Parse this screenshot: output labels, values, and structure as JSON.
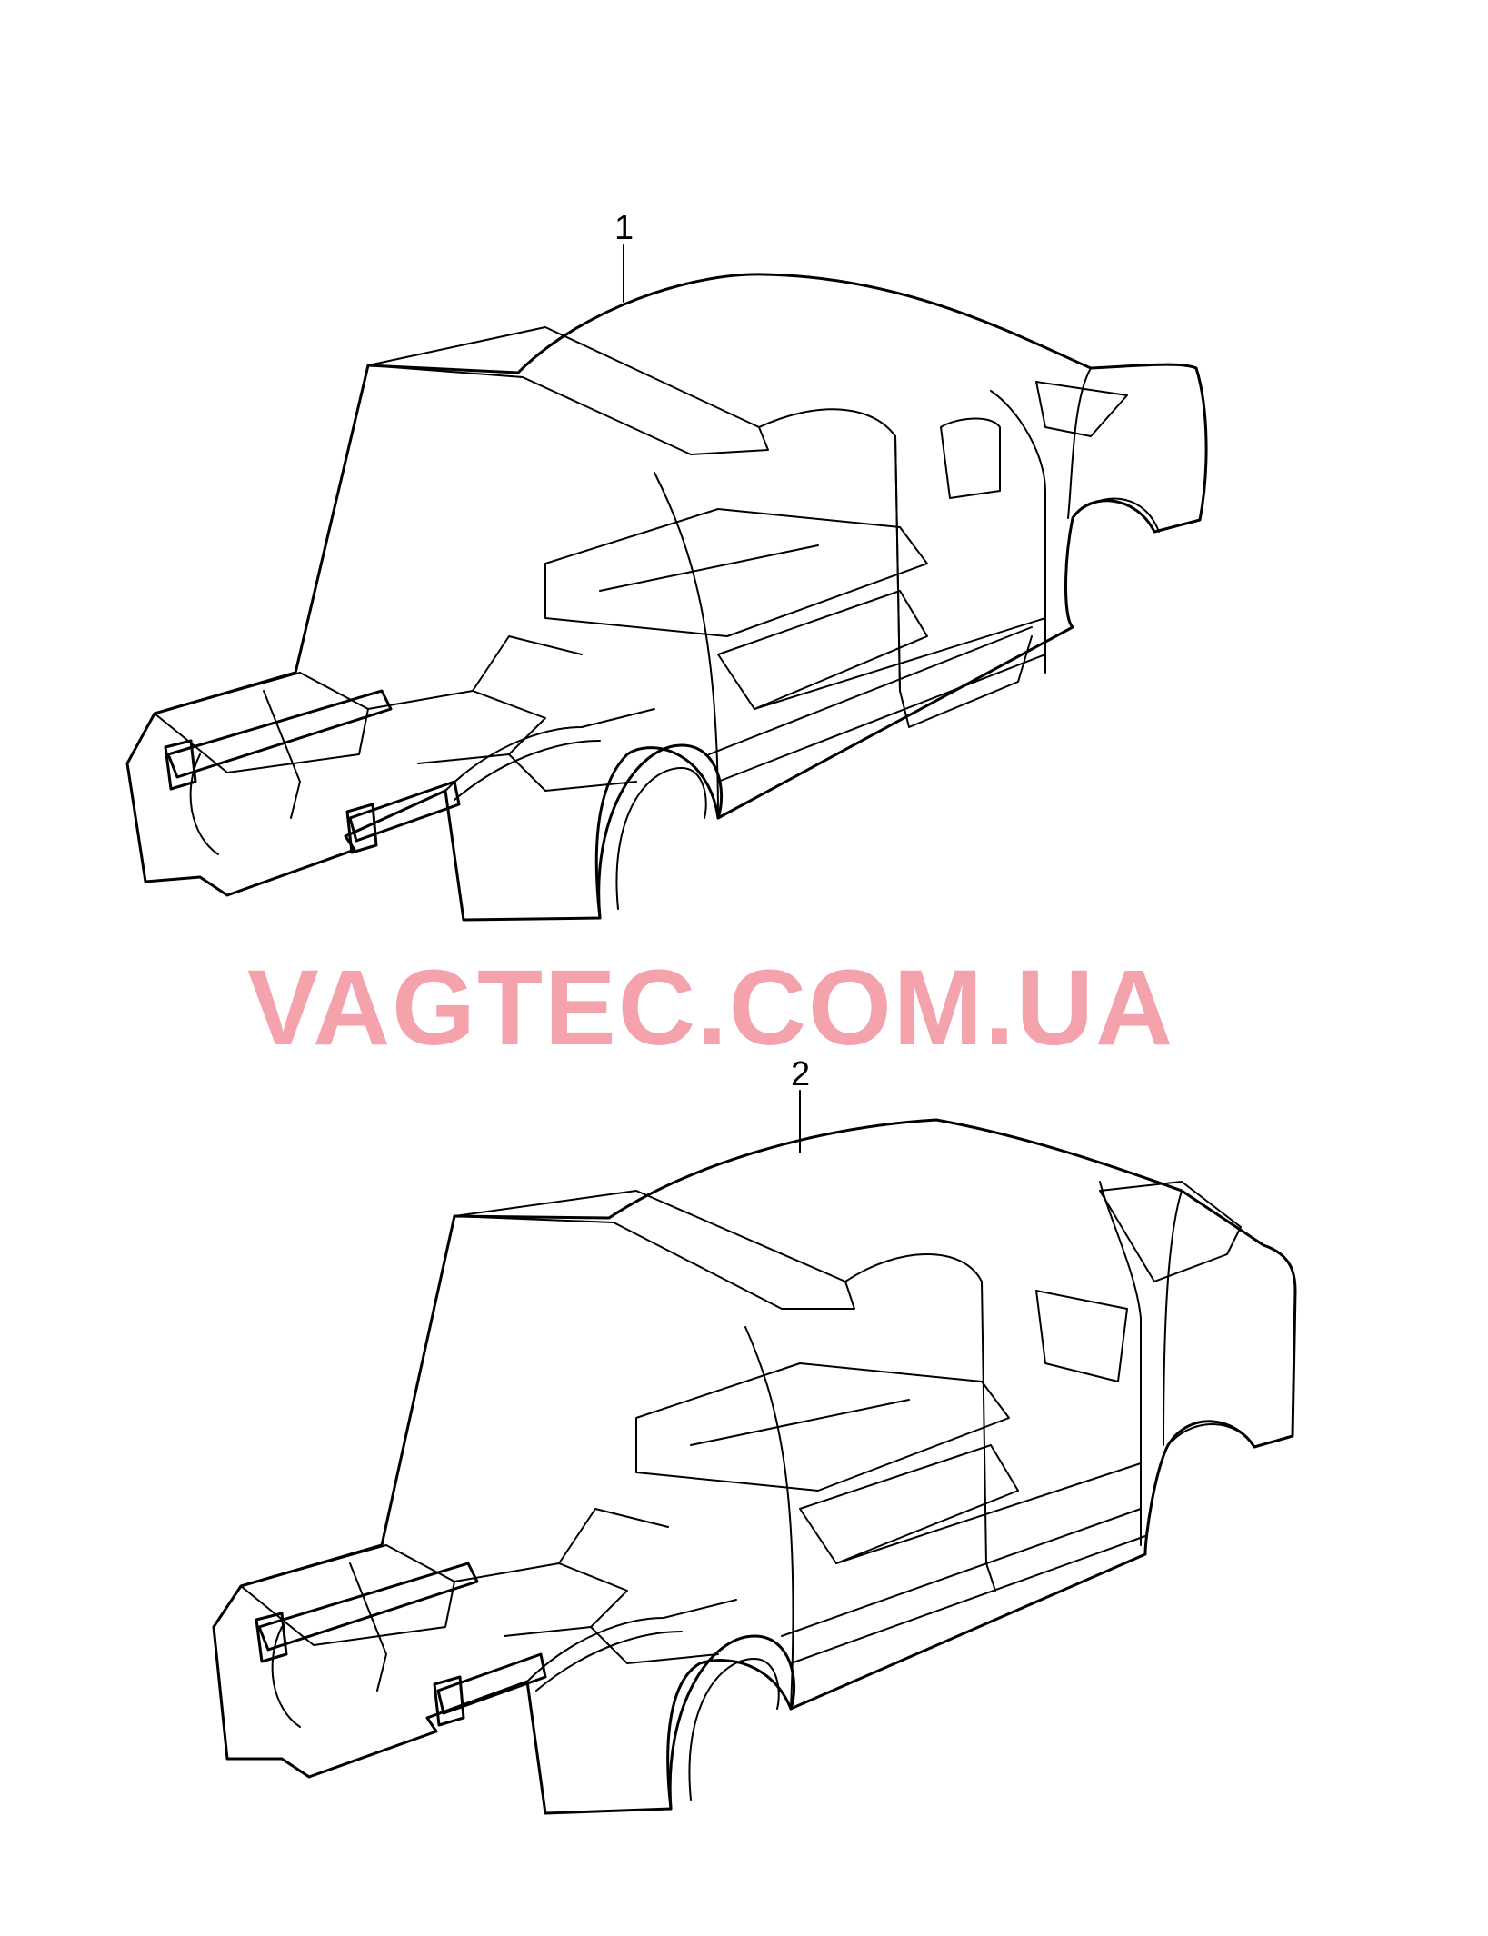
{
  "diagram": {
    "callouts": [
      {
        "number": "1",
        "part": "sedan-body-shell"
      },
      {
        "number": "2",
        "part": "wagon-body-shell"
      }
    ],
    "watermark": "VAGTEC.COM.UA",
    "colors": {
      "line": "#000000",
      "watermark": "#f4a3ad",
      "background": "#ffffff"
    }
  }
}
